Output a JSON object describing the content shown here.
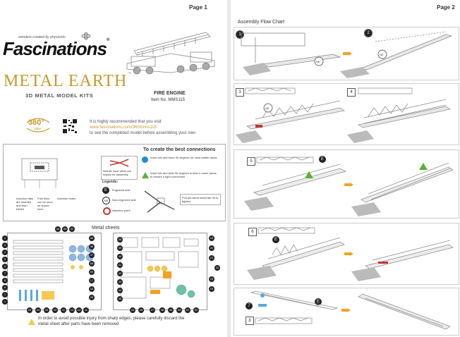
{
  "page1": {
    "page_label": "Page 1",
    "tagline": "wonders created by physicists",
    "brand": "Fascinations",
    "brand_mark": "®",
    "product_line": "METAL EARTH",
    "product_line_mark": "™",
    "subtitle": "3D METAL MODEL KITS",
    "model_name": "FIRE ENGINE",
    "item_label": "Item  No.  MMS115",
    "badge_360": "360°",
    "badge_view": "view",
    "recommend_line1": "It is highly recommended that you visit",
    "recommend_url": "www.fascinations.com/360/mms115",
    "recommend_line3": "to see the completed model before assembling your own",
    "legend_header": "To create the best connections",
    "instruction1": "Insert tab and bend 90 degrees for most visible areas",
    "instruction2": "Insert tab and twist 90 degrees is best in some areas to ensure  a tight connection",
    "tools_note": "Needle  nose  pliers are helpful for assembly",
    "legends_title": "Legends:",
    "engraved_side": "Engraved side",
    "non_engraved_side": "Non-engraved side",
    "attention_point": "Attention point",
    "legend_E": "E",
    "legend_NE": "NE",
    "callout_note": "Pull pre-bend metal tab 90 to tighten",
    "insertion_tabs": "Insertion tabs are inserted and then folded",
    "fold_lines": "Fold lines can be seen as shown here",
    "insertion_holes": "Insertion holes",
    "metal_sheets_title": "Metal sheets",
    "warning": "In order to avoid possible injury from sharp edges, please carefully discard the metal sheet after parts have been removed",
    "sheet1_left_ids": [
      "2",
      "3",
      "4",
      "5",
      "6",
      "7",
      "8",
      "9",
      "1",
      "1"
    ],
    "sheet1_top_ids": [
      "46",
      "33",
      "32"
    ],
    "sheet1_right_ids": [
      "36",
      "35",
      "37",
      "58",
      "59",
      "17",
      "16",
      "28"
    ],
    "sheet1_bottom_ids": [
      "23",
      "24",
      "25",
      "10",
      "11",
      "12",
      "12",
      "11"
    ],
    "sheet2_left_ids": [
      "38",
      "39",
      "40",
      "41",
      "42",
      "43",
      "44",
      "45"
    ],
    "sheet2_right_ids": [
      "19",
      "20",
      "21",
      "22",
      "23",
      "19"
    ],
    "sheet2_bottom_ids": [
      "44",
      "26",
      "27",
      "48",
      "49",
      "50",
      "51",
      "52"
    ]
  },
  "page2": {
    "page_label": "Page 2",
    "flow_title": "Assembly Flow Chart",
    "steps": [
      "1",
      "2",
      "3",
      "4",
      "5",
      "6",
      "7",
      "8"
    ],
    "marker_NE": "NE",
    "marker_E": "E"
  },
  "colors": {
    "fascinations_red": "#d5302a",
    "metal_earth_gold": "#c59a2c",
    "orange_arrow": "#f0a323",
    "insert_blue": "#1b8ed8",
    "twist_green": "#58b035",
    "panel_border": "#aaaaaa"
  }
}
